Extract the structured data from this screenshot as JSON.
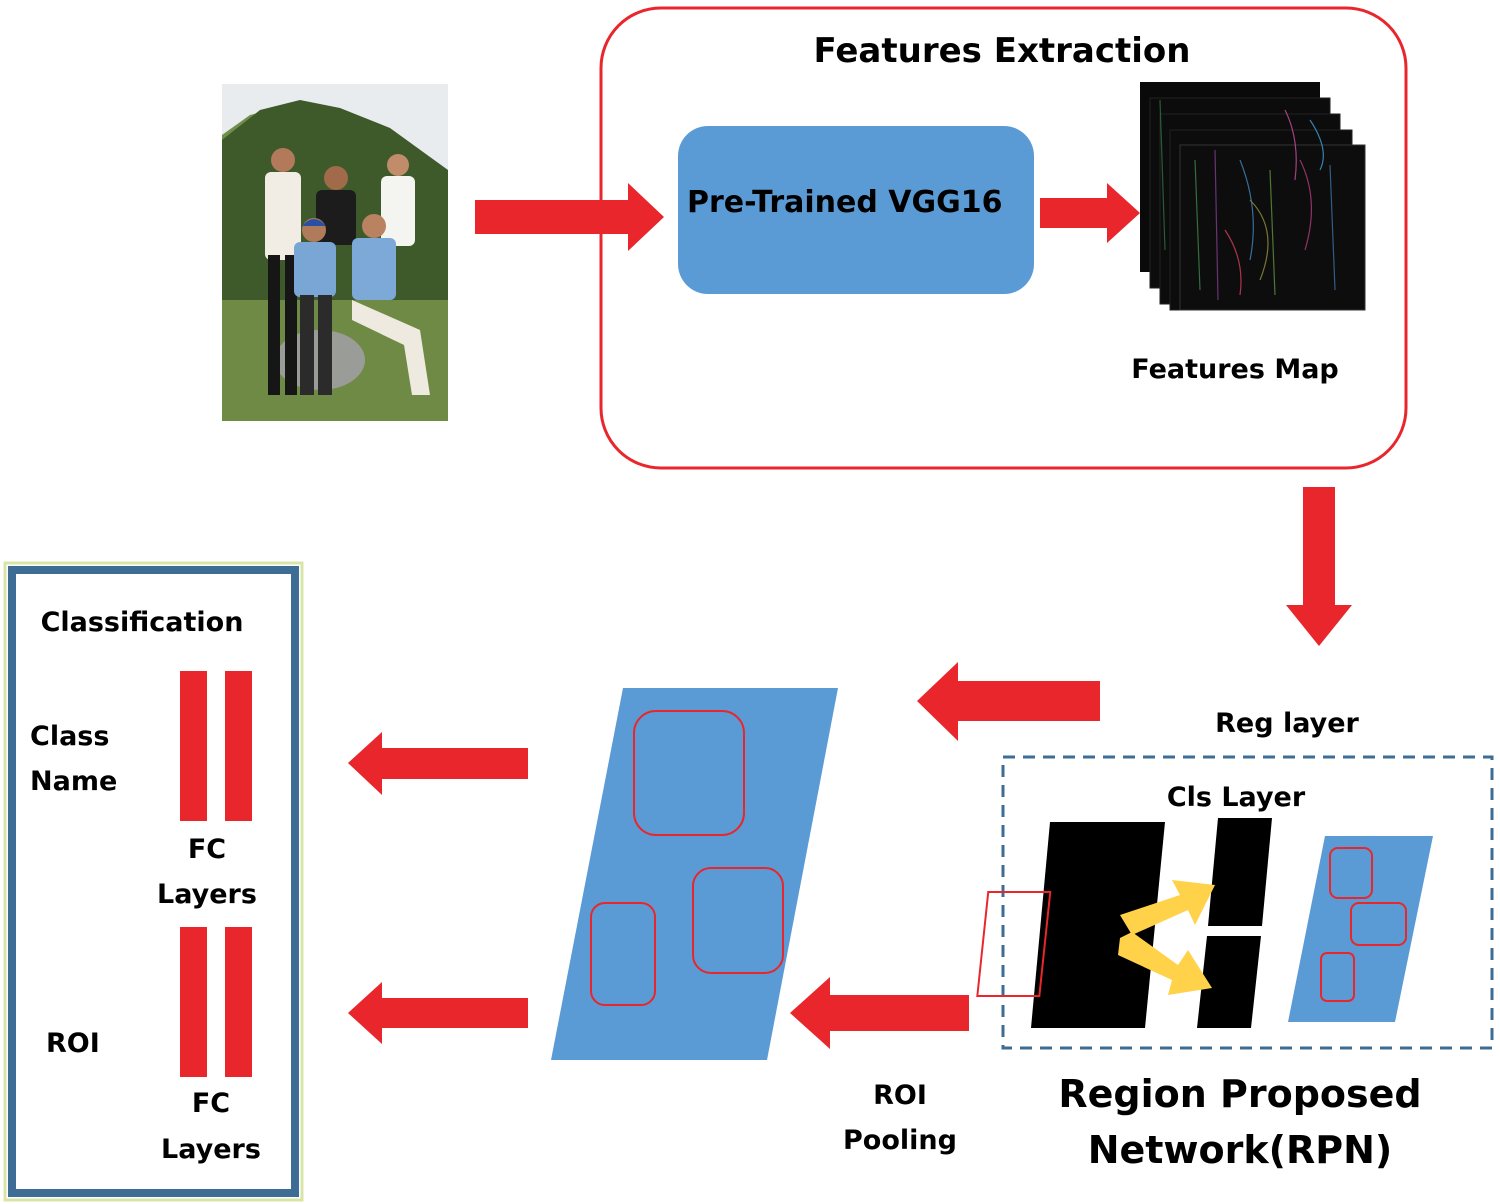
{
  "feature_extraction": {
    "title": "Features Extraction",
    "backbone_label": "Pre-Trained VGG16",
    "feature_map_label": "Features Map"
  },
  "input_image": {
    "icon": "group-photo-icon"
  },
  "rpn": {
    "reg_label": "Reg layer",
    "cls_label": "Cls Layer",
    "title_line1": "Region Proposed",
    "title_line2": "Network(RPN)"
  },
  "roi_pooling": {
    "line1": "ROI",
    "line2": "Pooling"
  },
  "classification": {
    "title": "Classification",
    "class_name_line1": "Class",
    "class_name_line2": "Name",
    "roi_label": "ROI",
    "fc_top_line1": "FC",
    "fc_top_line2": "Layers",
    "fc_bottom_line1": "FC",
    "fc_bottom_line2": "Layers"
  },
  "colors": {
    "arrow": "#e8262b",
    "blue_fill": "#5b9bd5",
    "region_outline": "#e8262b",
    "classification_border": "#3d6d95",
    "classification_outer": "#d9e5a8",
    "rpn_dash": "#3d6d95",
    "yellow_arrow": "#ffd24a"
  }
}
